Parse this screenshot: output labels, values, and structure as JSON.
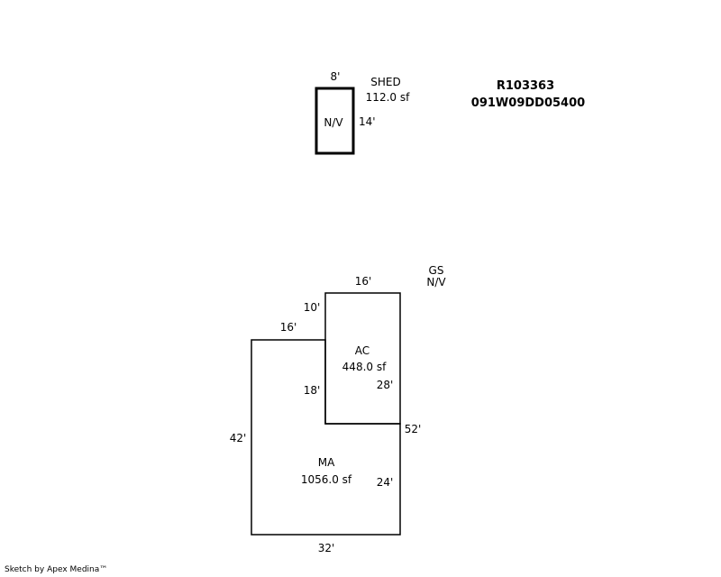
{
  "parcel": {
    "account": "R103363",
    "map_number": "091W09DD05400"
  },
  "shed": {
    "label": "SHED",
    "area": "112.0 sf",
    "note": "N/V",
    "dim_top": "8'",
    "dim_right": "14'"
  },
  "gs": {
    "label": "GS",
    "note": "N/V"
  },
  "ac": {
    "label": "AC",
    "area": "448.0 sf",
    "dim_top": "16'",
    "dim_left_upper": "10'",
    "dim_left_lower": "18'",
    "dim_right": "28'"
  },
  "ma": {
    "label": "MA",
    "area": "1056.0 sf",
    "dim_top": "16'",
    "dim_left": "42'",
    "dim_right_total": "52'",
    "dim_right": "24'",
    "dim_bottom": "32'"
  },
  "footer": {
    "credit": "Sketch by Apex Medina™"
  }
}
